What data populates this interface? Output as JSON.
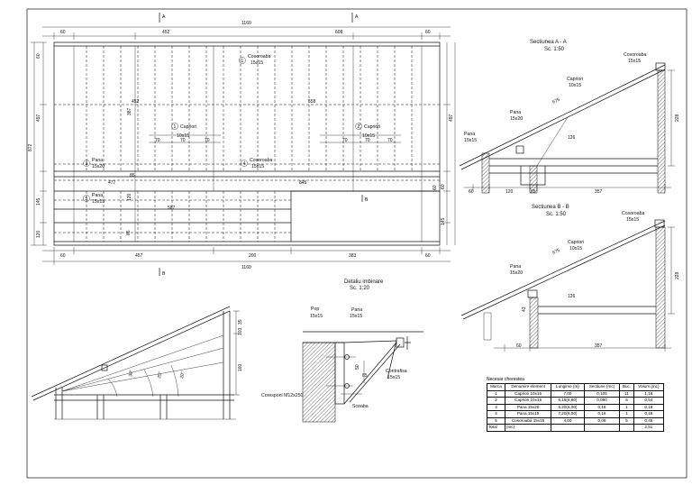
{
  "plan": {
    "dims_top": [
      "1160",
      "60",
      "452",
      "608",
      "60"
    ],
    "dims_bottom": [
      "1160",
      "60",
      "457",
      "200",
      "383",
      "60"
    ],
    "dims_left": [
      "60",
      "497",
      "872",
      "145",
      "120"
    ],
    "dims_right": [
      "497",
      "60",
      "145"
    ],
    "dims_inner": [
      "452",
      "558",
      "387",
      "70",
      "70",
      "70",
      "70",
      "70",
      "70",
      "845",
      "477",
      "587",
      "120",
      "85",
      "85",
      "60"
    ],
    "section_marks": [
      "A",
      "A",
      "B",
      "B"
    ],
    "labels": {
      "cosoroaba1": "Cosoroaba",
      "cosoroaba1_sz": "15x15",
      "capriori1": "Capriori",
      "capriori1_sz": "10x15",
      "capriori2": "Capriori",
      "capriori2_sz": "10x15",
      "pana": "Pana",
      "pana_sz": "15x20",
      "cosoroaba2": "Cosoroaba",
      "cosoroaba2_sz": "15x15",
      "pana2": "Pana",
      "pana2_sz": "15x15"
    },
    "marks": [
      "1",
      "1",
      "2",
      "3",
      "4",
      "5"
    ]
  },
  "section_a": {
    "title": "Sectiunea A - A",
    "scale": "Sc. 1:50",
    "labels": [
      "Cosoroaba",
      "15x15",
      "Capriori",
      "10x15",
      "Pana",
      "15x20",
      "Pana",
      "15x15"
    ],
    "dims": [
      "60",
      "120",
      "85",
      "357",
      "675",
      "228",
      "126"
    ]
  },
  "section_b": {
    "title": "Sectiunea B - B",
    "scale": "Sc. 1:50",
    "labels": [
      "Cosoroaba",
      "15x15",
      "Capriori",
      "10x15",
      "Pana",
      "15x20"
    ],
    "dims": [
      "60",
      "357",
      "675",
      "228",
      "126",
      "43"
    ]
  },
  "detail": {
    "title": "Detaliu imbinare",
    "scale": "Sc. 1:20",
    "labels": [
      "Pop",
      "15x15",
      "Pana",
      "15x15",
      "Contrafisa",
      "15x15",
      "Scoaba",
      "Coresponl M12x250"
    ],
    "dims": [
      "50",
      "85"
    ]
  },
  "truss": {
    "dims": [
      "35",
      "103",
      "160",
      "30°",
      "25°",
      "20°"
    ]
  },
  "bom": {
    "caption": "Necesar cherestea",
    "headers": [
      "Marca",
      "Denumire element",
      "Lungime (m)",
      "Sectiune (mc)",
      "Buc.",
      "Volum (mc)"
    ],
    "rows": [
      [
        "1",
        "Capriori 10x15",
        "7,00",
        "0,105",
        "11",
        "1,16"
      ],
      [
        "2",
        "Capriori 10x15",
        "6,15(6,90)",
        "0,090",
        "6",
        "0,54"
      ],
      [
        "3",
        "Pana 15x20",
        "5,20(6,00)",
        "0,18",
        "1",
        "0,18"
      ],
      [
        "4",
        "Pana 15x15",
        "7,20(6,00)",
        "0,16",
        "1",
        "0,16"
      ],
      [
        "5",
        "Cosoroaba 15x15",
        "4,00",
        "0,09",
        "5",
        "0,45"
      ]
    ],
    "total_label": "Total",
    "total_unit": "(mc)",
    "total_value": "2,51"
  }
}
